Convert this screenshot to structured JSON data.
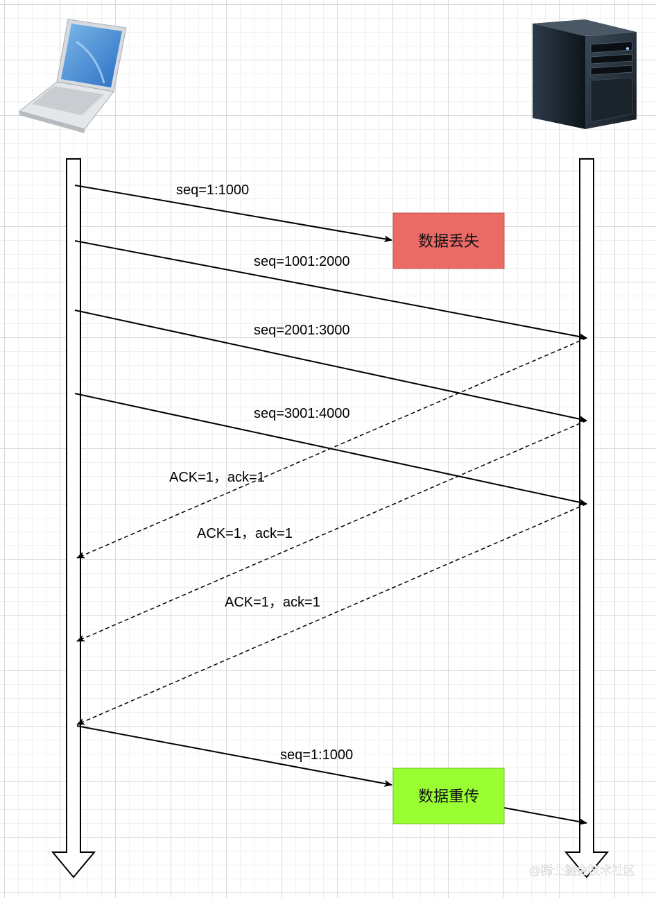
{
  "messages": [
    {
      "label": "seq=1:1000",
      "style": "solid"
    },
    {
      "label": "seq=1001:2000",
      "style": "solid"
    },
    {
      "label": "seq=2001:3000",
      "style": "solid"
    },
    {
      "label": "seq=3001:4000",
      "style": "solid"
    },
    {
      "label": "ACK=1，ack=1",
      "style": "dashed"
    },
    {
      "label": "ACK=1，ack=1",
      "style": "dashed"
    },
    {
      "label": "ACK=1，ack=1",
      "style": "dashed"
    },
    {
      "label": "seq=1:1000",
      "style": "solid"
    }
  ],
  "boxes": {
    "lost": {
      "label": "数据丢失",
      "color": "#ea6b66"
    },
    "resend": {
      "label": "数据重传",
      "color": "#99ff33"
    }
  },
  "icons": {
    "client": "laptop-icon",
    "server": "server-tower-icon"
  },
  "watermark": "@稀土掘金技术社区"
}
